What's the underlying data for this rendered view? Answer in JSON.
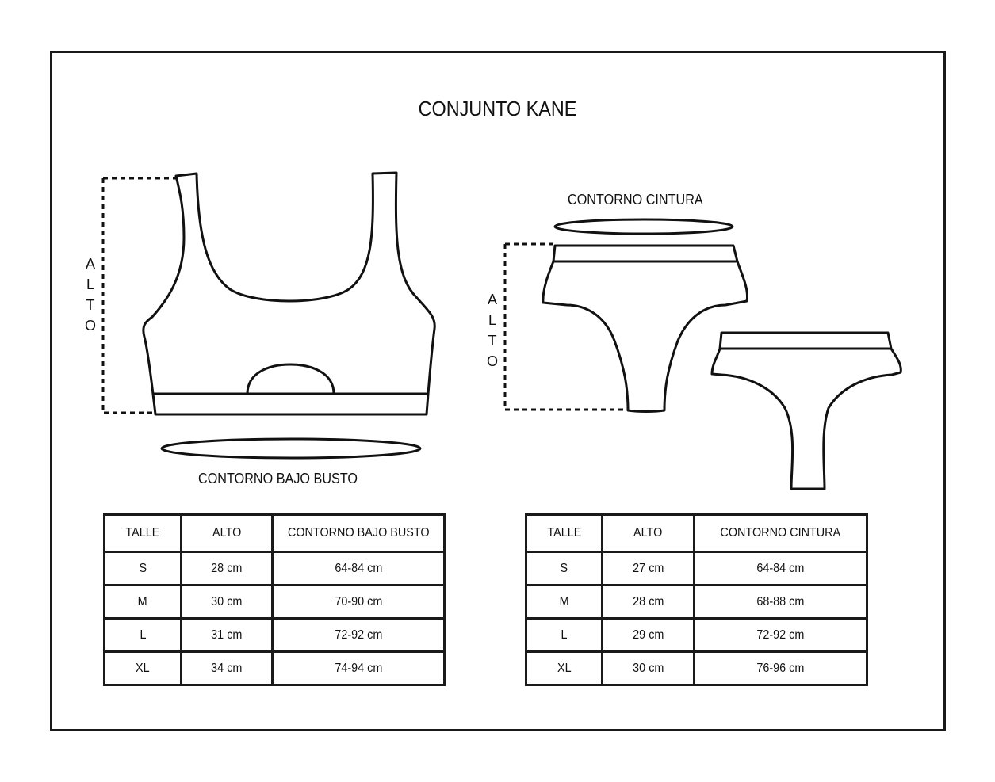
{
  "title": "CONJUNTO KANE",
  "top_diagram": {
    "height_label": [
      "A",
      "L",
      "T",
      "O"
    ],
    "band_label": "CONTORNO BAJO BUSTO"
  },
  "bottom_diagram": {
    "height_label": [
      "A",
      "L",
      "T",
      "O"
    ],
    "waist_label": "CONTORNO CINTURA"
  },
  "top_table": {
    "headers": [
      "TALLE",
      "ALTO",
      "CONTORNO BAJO BUSTO"
    ],
    "rows": [
      [
        "S",
        "28 cm",
        "64-84 cm"
      ],
      [
        "M",
        "30 cm",
        "70-90 cm"
      ],
      [
        "L",
        "31 cm",
        "72-92 cm"
      ],
      [
        "XL",
        "34 cm",
        "74-94 cm"
      ]
    ]
  },
  "bottom_table": {
    "headers": [
      "TALLE",
      "ALTO",
      "CONTORNO CINTURA"
    ],
    "rows": [
      [
        "S",
        "27 cm",
        "64-84 cm"
      ],
      [
        "M",
        "28 cm",
        "68-88 cm"
      ],
      [
        "L",
        "29 cm",
        "72-92 cm"
      ],
      [
        "XL",
        "30 cm",
        "76-96 cm"
      ]
    ]
  }
}
